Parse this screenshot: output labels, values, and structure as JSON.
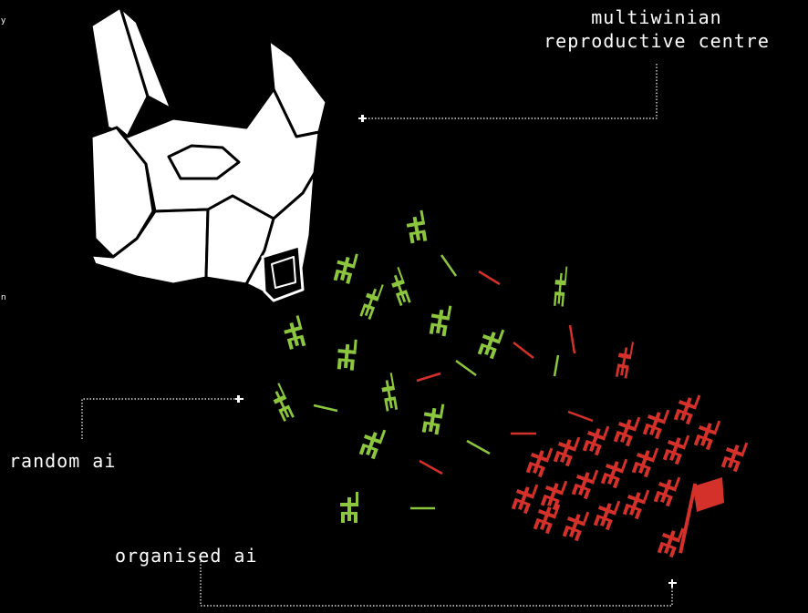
{
  "labels": {
    "centre_line1": "multiwinian",
    "centre_line2": "reproductive centre",
    "random": "random ai",
    "organised": "organised ai"
  },
  "colors": {
    "background": "#000000",
    "building": "#ffffff",
    "random_ai": "#8cc63f",
    "organised_ai": "#d3312a",
    "leader_line": "#ffffff"
  },
  "icons": {
    "building": "reproductive-centre-building",
    "figure": "stick-figure-icon",
    "flag": "flag-icon",
    "arrow": "arrow-head-icon"
  },
  "edge_text": {
    "e1": "y",
    "e2": "n"
  }
}
